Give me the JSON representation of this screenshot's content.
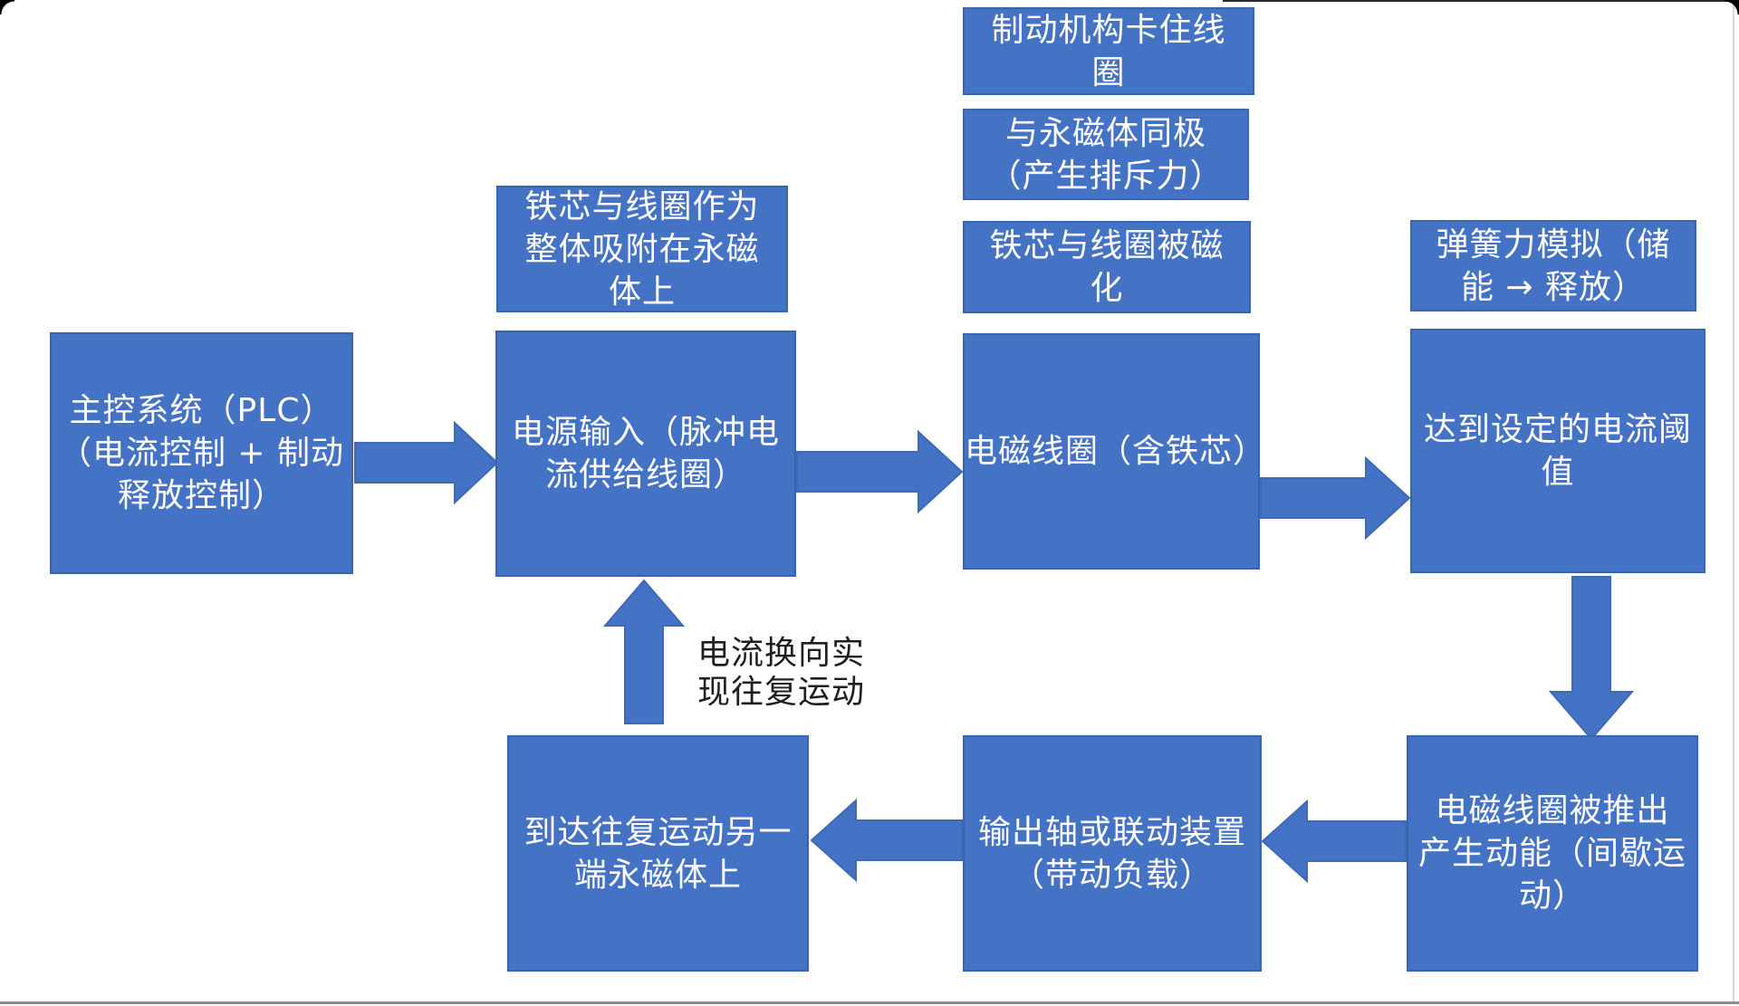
{
  "diagram": {
    "type": "flowchart",
    "language": "zh-CN",
    "colors": {
      "node_fill": "#4472c4",
      "node_border": "#3a64ad",
      "node_text": "#ffffff",
      "arrow_fill": "#4472c4",
      "annotation_text": "#1f1f1f",
      "bottom_bar": "#8d8d8d"
    },
    "nodes": {
      "plc": {
        "label": "主控系统（PLC）\n（电流控制 + 制动\n释放控制）"
      },
      "core_attached_note": {
        "label": "铁芯与线圈作为\n整体吸附在永磁\n体上"
      },
      "power_input": {
        "label": "电源输入（脉冲电\n流供给线圈）"
      },
      "brake_note": {
        "label": "制动机构卡住线\n圈"
      },
      "same_pole_note": {
        "label": "与永磁体同极\n（产生排斥力）"
      },
      "magnetized_note": {
        "label": "铁芯与线圈被磁\n化"
      },
      "coil": {
        "label": "电磁线圈（含铁芯）"
      },
      "spring_note": {
        "label": "弹簧力模拟（储\n能 → 释放）"
      },
      "threshold": {
        "label": "达到设定的电流阈\n值"
      },
      "pushed_out": {
        "label": "电磁线圈被推出\n产生动能（间歇运\n动）"
      },
      "output_shaft": {
        "label": "输出轴或联动装置\n（带动负载）"
      },
      "other_end": {
        "label": "到达往复运动另一\n端永磁体上"
      }
    },
    "annotations": {
      "current_reversal": {
        "label": "电流换向实\n现往复运动"
      }
    },
    "arrows": [
      {
        "from": "plc",
        "to": "power_input",
        "direction": "right"
      },
      {
        "from": "power_input",
        "to": "coil",
        "direction": "right"
      },
      {
        "from": "coil",
        "to": "threshold",
        "direction": "right"
      },
      {
        "from": "threshold",
        "to": "pushed_out",
        "direction": "down"
      },
      {
        "from": "pushed_out",
        "to": "output_shaft",
        "direction": "left"
      },
      {
        "from": "output_shaft",
        "to": "other_end",
        "direction": "left"
      },
      {
        "from": "other_end",
        "to": "power_input",
        "direction": "up"
      }
    ]
  }
}
